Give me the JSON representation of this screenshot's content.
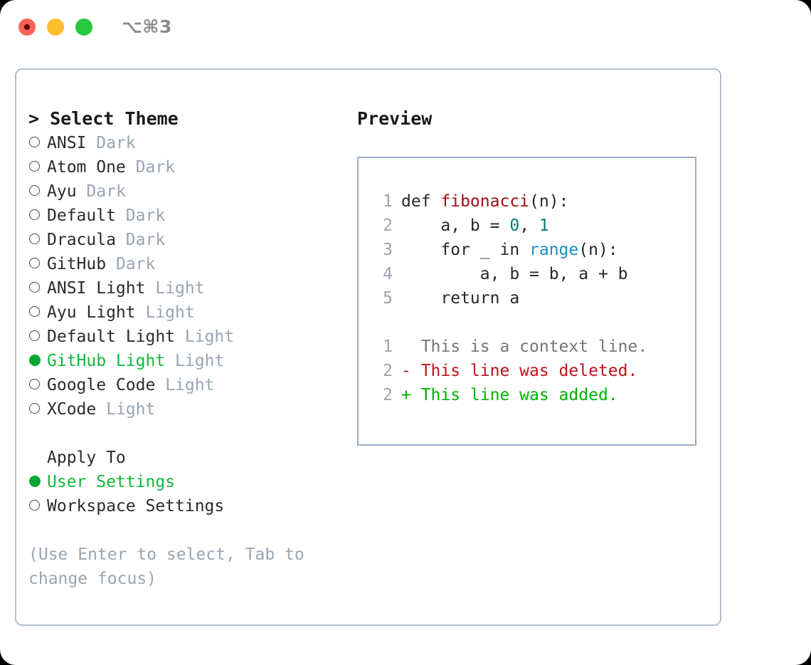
{
  "titlebar": {
    "shortcut": "⌥⌘3",
    "buttons": [
      {
        "name": "close-button",
        "color": "#ff6058"
      },
      {
        "name": "minimize-button",
        "color": "#ffbd2e"
      },
      {
        "name": "maximize-button",
        "color": "#28c840"
      }
    ]
  },
  "theme_picker": {
    "title": "> Select Theme",
    "items": [
      {
        "label": "ANSI",
        "suffix": "Dark",
        "selected": false
      },
      {
        "label": "Atom One",
        "suffix": "Dark",
        "selected": false
      },
      {
        "label": "Ayu",
        "suffix": "Dark",
        "selected": false
      },
      {
        "label": "Default",
        "suffix": "Dark",
        "selected": false
      },
      {
        "label": "Dracula",
        "suffix": "Dark",
        "selected": false
      },
      {
        "label": "GitHub",
        "suffix": "Dark",
        "selected": false
      },
      {
        "label": "ANSI Light",
        "suffix": "Light",
        "selected": false
      },
      {
        "label": "Ayu Light",
        "suffix": "Light",
        "selected": false
      },
      {
        "label": "Default Light",
        "suffix": "Light",
        "selected": false
      },
      {
        "label": "GitHub Light",
        "suffix": "Light",
        "selected": true
      },
      {
        "label": "Google Code",
        "suffix": "Light",
        "selected": false
      },
      {
        "label": "XCode",
        "suffix": "Light",
        "selected": false
      }
    ]
  },
  "apply_to": {
    "title": "Apply To",
    "items": [
      {
        "label": "User Settings",
        "selected": true
      },
      {
        "label": "Workspace Settings",
        "selected": false
      }
    ]
  },
  "hint": "(Use Enter to select, Tab to change focus)",
  "preview": {
    "title": "Preview",
    "code_lines": [
      {
        "no": "1",
        "segments": [
          {
            "text": "def ",
            "style": "plain"
          },
          {
            "text": "fibonacci",
            "style": "fn"
          },
          {
            "text": "(n):",
            "style": "plain"
          }
        ]
      },
      {
        "no": "2",
        "segments": [
          {
            "text": "    a, b = ",
            "style": "plain"
          },
          {
            "text": "0",
            "style": "num"
          },
          {
            "text": ", ",
            "style": "plain"
          },
          {
            "text": "1",
            "style": "num"
          }
        ]
      },
      {
        "no": "3",
        "segments": [
          {
            "text": "    for _ in ",
            "style": "plain"
          },
          {
            "text": "range",
            "style": "call"
          },
          {
            "text": "(n):",
            "style": "plain"
          }
        ]
      },
      {
        "no": "4",
        "segments": [
          {
            "text": "        a, b = b, a + b",
            "style": "plain"
          }
        ]
      },
      {
        "no": "5",
        "segments": [
          {
            "text": "    return a",
            "style": "plain"
          }
        ]
      }
    ],
    "diff_lines": [
      {
        "no": "1",
        "marker": " ",
        "text": "  This is a context line.",
        "kind": "ctx"
      },
      {
        "no": "2",
        "marker": "-",
        "text": "- This line was deleted.",
        "kind": "del"
      },
      {
        "no": "2",
        "marker": "+",
        "text": "+ This line was added.",
        "kind": "add"
      }
    ]
  },
  "colors": {
    "accent_green": "#00a832",
    "selected_text": "#12b83c",
    "muted": "#9aa5b1",
    "diff_add": "#00b200",
    "diff_del": "#c1121c",
    "token_fn": "#a00f16",
    "token_num": "#0d7a74",
    "token_call": "#1a8ec4"
  }
}
